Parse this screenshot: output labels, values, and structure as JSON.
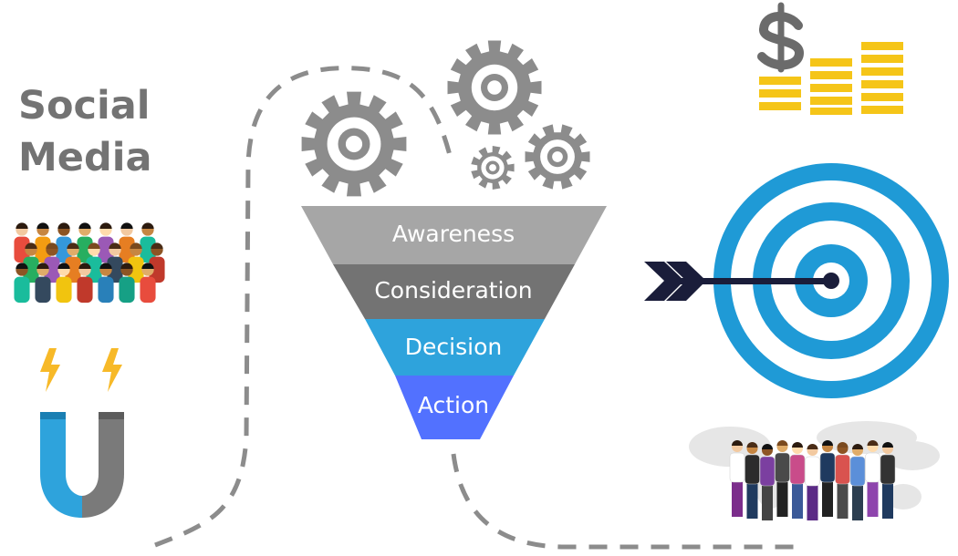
{
  "heading": {
    "line1": "Social",
    "line2": "Media"
  },
  "funnel": {
    "stages": [
      {
        "label": "Awareness",
        "color": "#a6a6a6"
      },
      {
        "label": "Consideration",
        "color": "#737373"
      },
      {
        "label": "Decision",
        "color": "#2ea3dc"
      },
      {
        "label": "Action",
        "color": "#5271ff"
      }
    ]
  },
  "colors": {
    "gear": "#8c8c8c",
    "path": "#8c8c8c",
    "coin": "#f5c518",
    "dollar": "#6b6b6b",
    "target": "#1f9ad6",
    "arrow": "#1a1d3a",
    "bolt": "#f7b928",
    "magnet_left": "#2ea3dc",
    "magnet_right": "#7a7a7a"
  },
  "icons": [
    "crowd-illustration",
    "magnet-icon",
    "lightning-icon",
    "gear-icon",
    "dollar-icon",
    "coin-stack-icon",
    "target-icon",
    "arrow-icon",
    "people-group-illustration",
    "world-map-illustration"
  ]
}
